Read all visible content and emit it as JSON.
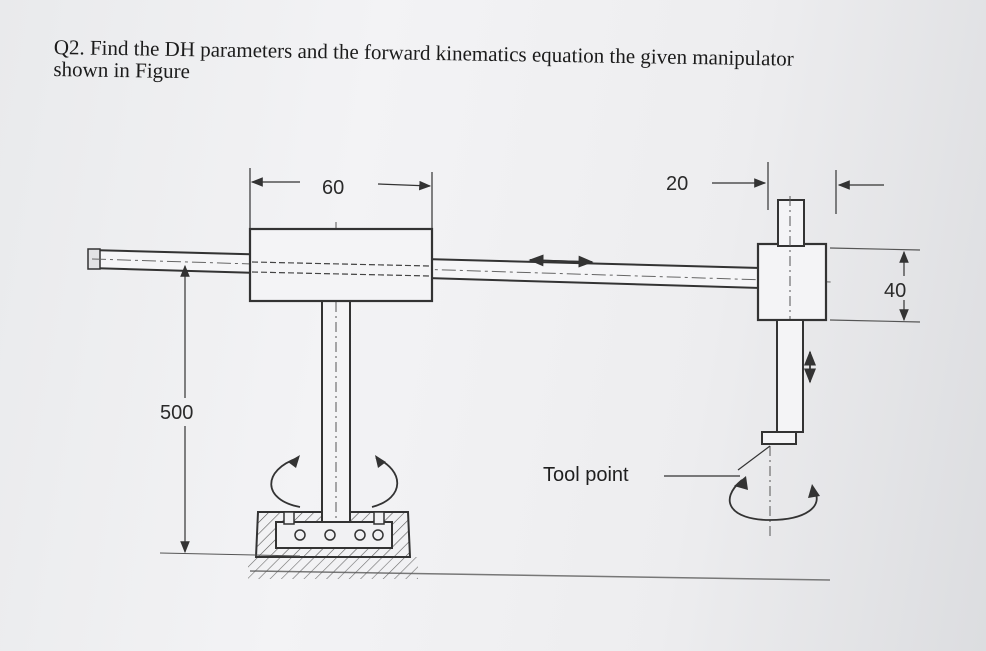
{
  "question": {
    "line1": "Q2. Find the DH parameters and the forward kinematics equation the given manipulator",
    "line2": "shown in Figure"
  },
  "figure": {
    "dim_60": "60",
    "dim_20": "20",
    "dim_40": "40",
    "dim_500": "500",
    "tool_point": "Tool point"
  }
}
